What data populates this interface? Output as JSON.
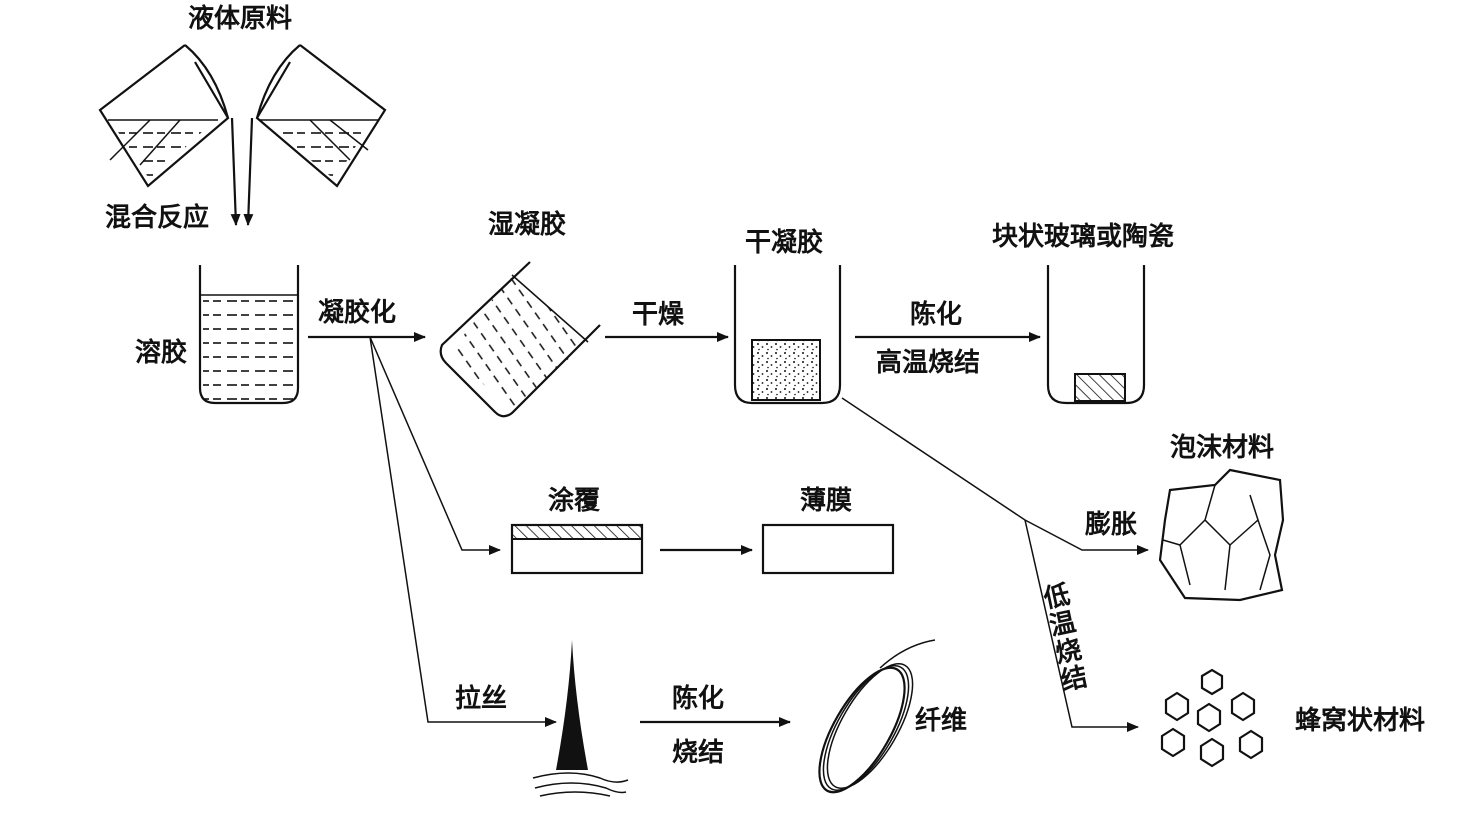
{
  "labels": {
    "liquid_raw": "液体原料",
    "mix_react": "混合反应",
    "sol": "溶胶",
    "gelation": "凝胶化",
    "wet_gel": "湿凝胶",
    "drying": "干燥",
    "dry_gel": "干凝胶",
    "aging": "陈化",
    "high_temp_sinter": "高温烧结",
    "bulk_glass_ceramic": "块状玻璃或陶瓷",
    "foam_material": "泡沫材料",
    "expansion": "膨胀",
    "low_temp_sinter": "低温烧结",
    "honeycomb_material": "蜂窝状材料",
    "coating": "涂覆",
    "thin_film": "薄膜",
    "spinning": "拉丝",
    "aging2": "陈化",
    "sinter": "烧结",
    "fiber": "纤维"
  },
  "colors": {
    "ink": "#111111",
    "background": "#ffffff"
  }
}
